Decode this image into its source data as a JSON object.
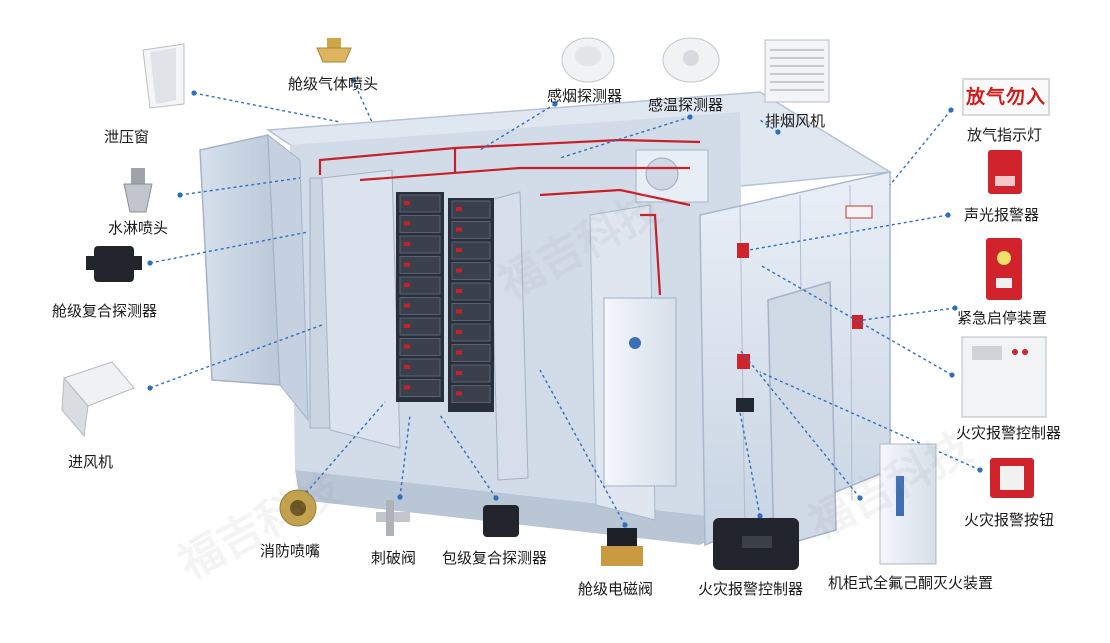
{
  "labels": {
    "vent_window": "泄压窗",
    "gas_nozzle": "舱级气体喷头",
    "smoke_detector": "感烟探测器",
    "heat_detector": "感温探测器",
    "exhaust_fan": "排烟风机",
    "release_indicator": "放气指示灯",
    "sprinkler": "水淋喷头",
    "audio_visual_alarm": "声光报警器",
    "cabin_composite_detector": "舱级复合探测器",
    "emergency_start_stop": "紧急启停装置",
    "fire_alarm_controller_right": "火灾报警控制器",
    "intake_fan": "进风机",
    "fire_alarm_button": "火灾报警按钮",
    "fire_nozzle": "消防喷嘴",
    "puncture_valve": "刺破阀",
    "pack_composite_detector": "包级复合探测器",
    "cabin_solenoid_valve": "舱级电磁阀",
    "fire_alarm_controller_bottom": "火灾报警控制器",
    "cabinet_extinguisher": "机柜式全氟己酮灭火装置"
  },
  "sign_text": "放气勿入",
  "watermark": "福吉科技",
  "colors": {
    "leader_line": "#2f6fc0",
    "pipe": "#c8202a",
    "container_light": "#e4ebf4",
    "container_mid": "#cdd8e6",
    "container_dark": "#b3c1d3",
    "battery_dark": "#262b35",
    "alarm_red": "#d0232b"
  }
}
